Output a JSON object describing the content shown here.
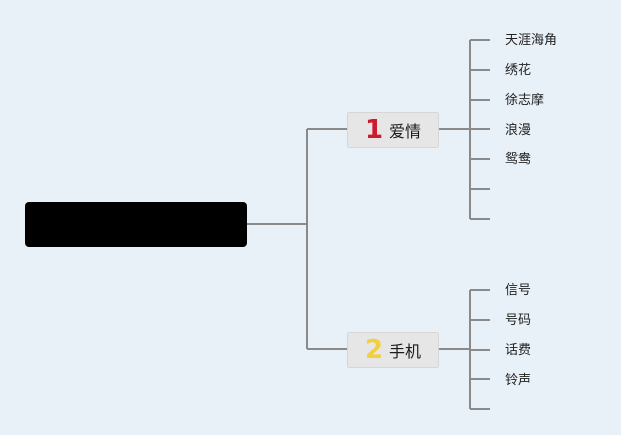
{
  "colors": {
    "background": "#e9f1f8",
    "root_fill": "#000000",
    "connector": "#8a8a8a",
    "branch_fill": "#e6e6e6"
  },
  "root": {
    "label": ""
  },
  "branches": [
    {
      "number": "1",
      "number_color": "#d0192c",
      "label": "爱情",
      "leaves": [
        "天涯海角",
        "绣花",
        "徐志摩",
        "浪漫",
        "鸳鸯",
        "",
        ""
      ]
    },
    {
      "number": "2",
      "number_color": "#f2cf3c",
      "label": "手机",
      "leaves": [
        "信号",
        "号码",
        "话费",
        "铃声",
        ""
      ]
    }
  ]
}
